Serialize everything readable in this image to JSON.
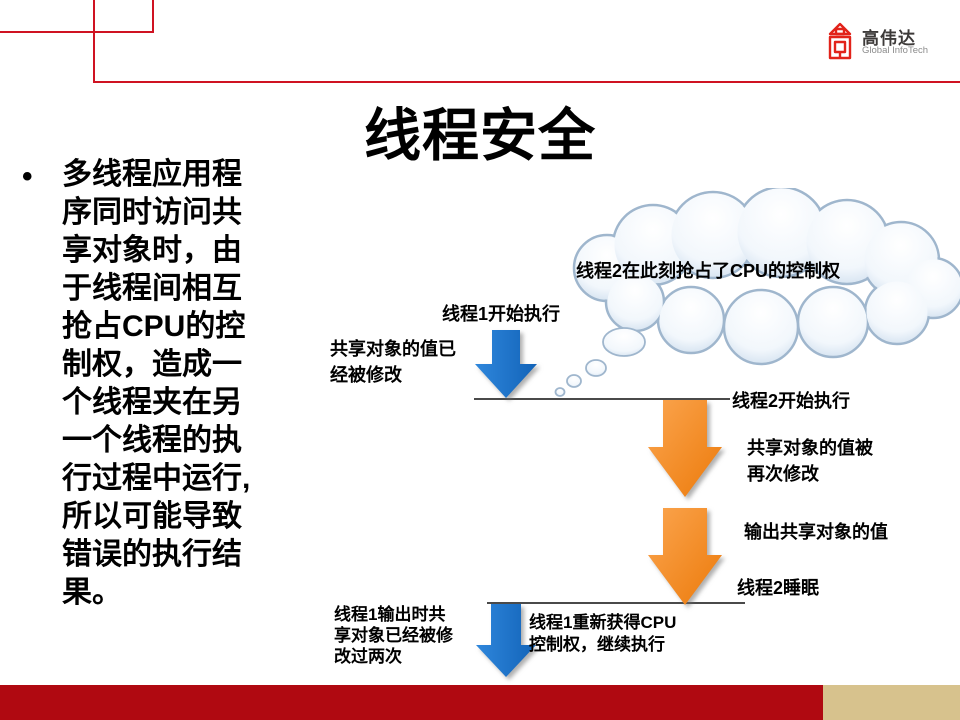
{
  "slide": {
    "title": "线程安全",
    "bullet_marker": "•",
    "bullet_text": "多线程应用程序同时访问共享对象时，由于线程间相互抢占CPU的控制权，造成一个线程夹在另一个线程的执行过程中运行,所以可能导致错误的执行结果。"
  },
  "logo": {
    "name": "高伟达",
    "subtitle": "Global InfoTech",
    "mark_color": "#e2231a"
  },
  "diagram": {
    "cloud_label": "线程2在此刻抢占了CPU的控制权",
    "labels": {
      "thread1_start": "线程1开始执行",
      "shared_modified": "共享对象的值已经被修改",
      "thread2_start": "线程2开始执行",
      "shared_modified_again": "共享对象的值被再次修改",
      "output_shared": "输出共享对象的值",
      "thread2_sleep": "线程2睡眠",
      "thread1_output": "线程1输出时共享对象已经被修改过两次",
      "thread1_resume": "线程1重新获得CPU控制权，继续执行"
    },
    "colors": {
      "blue_arrow": "#1b76d2",
      "orange_arrow": "#f5821f",
      "timeline": "#4a4a4a",
      "cloud_stroke": "#9fb6cd"
    }
  },
  "ornament": {
    "line_color": "#cf1322"
  },
  "footer": {
    "bar_color": "#b00911",
    "accent_color": "#d7c28d"
  }
}
